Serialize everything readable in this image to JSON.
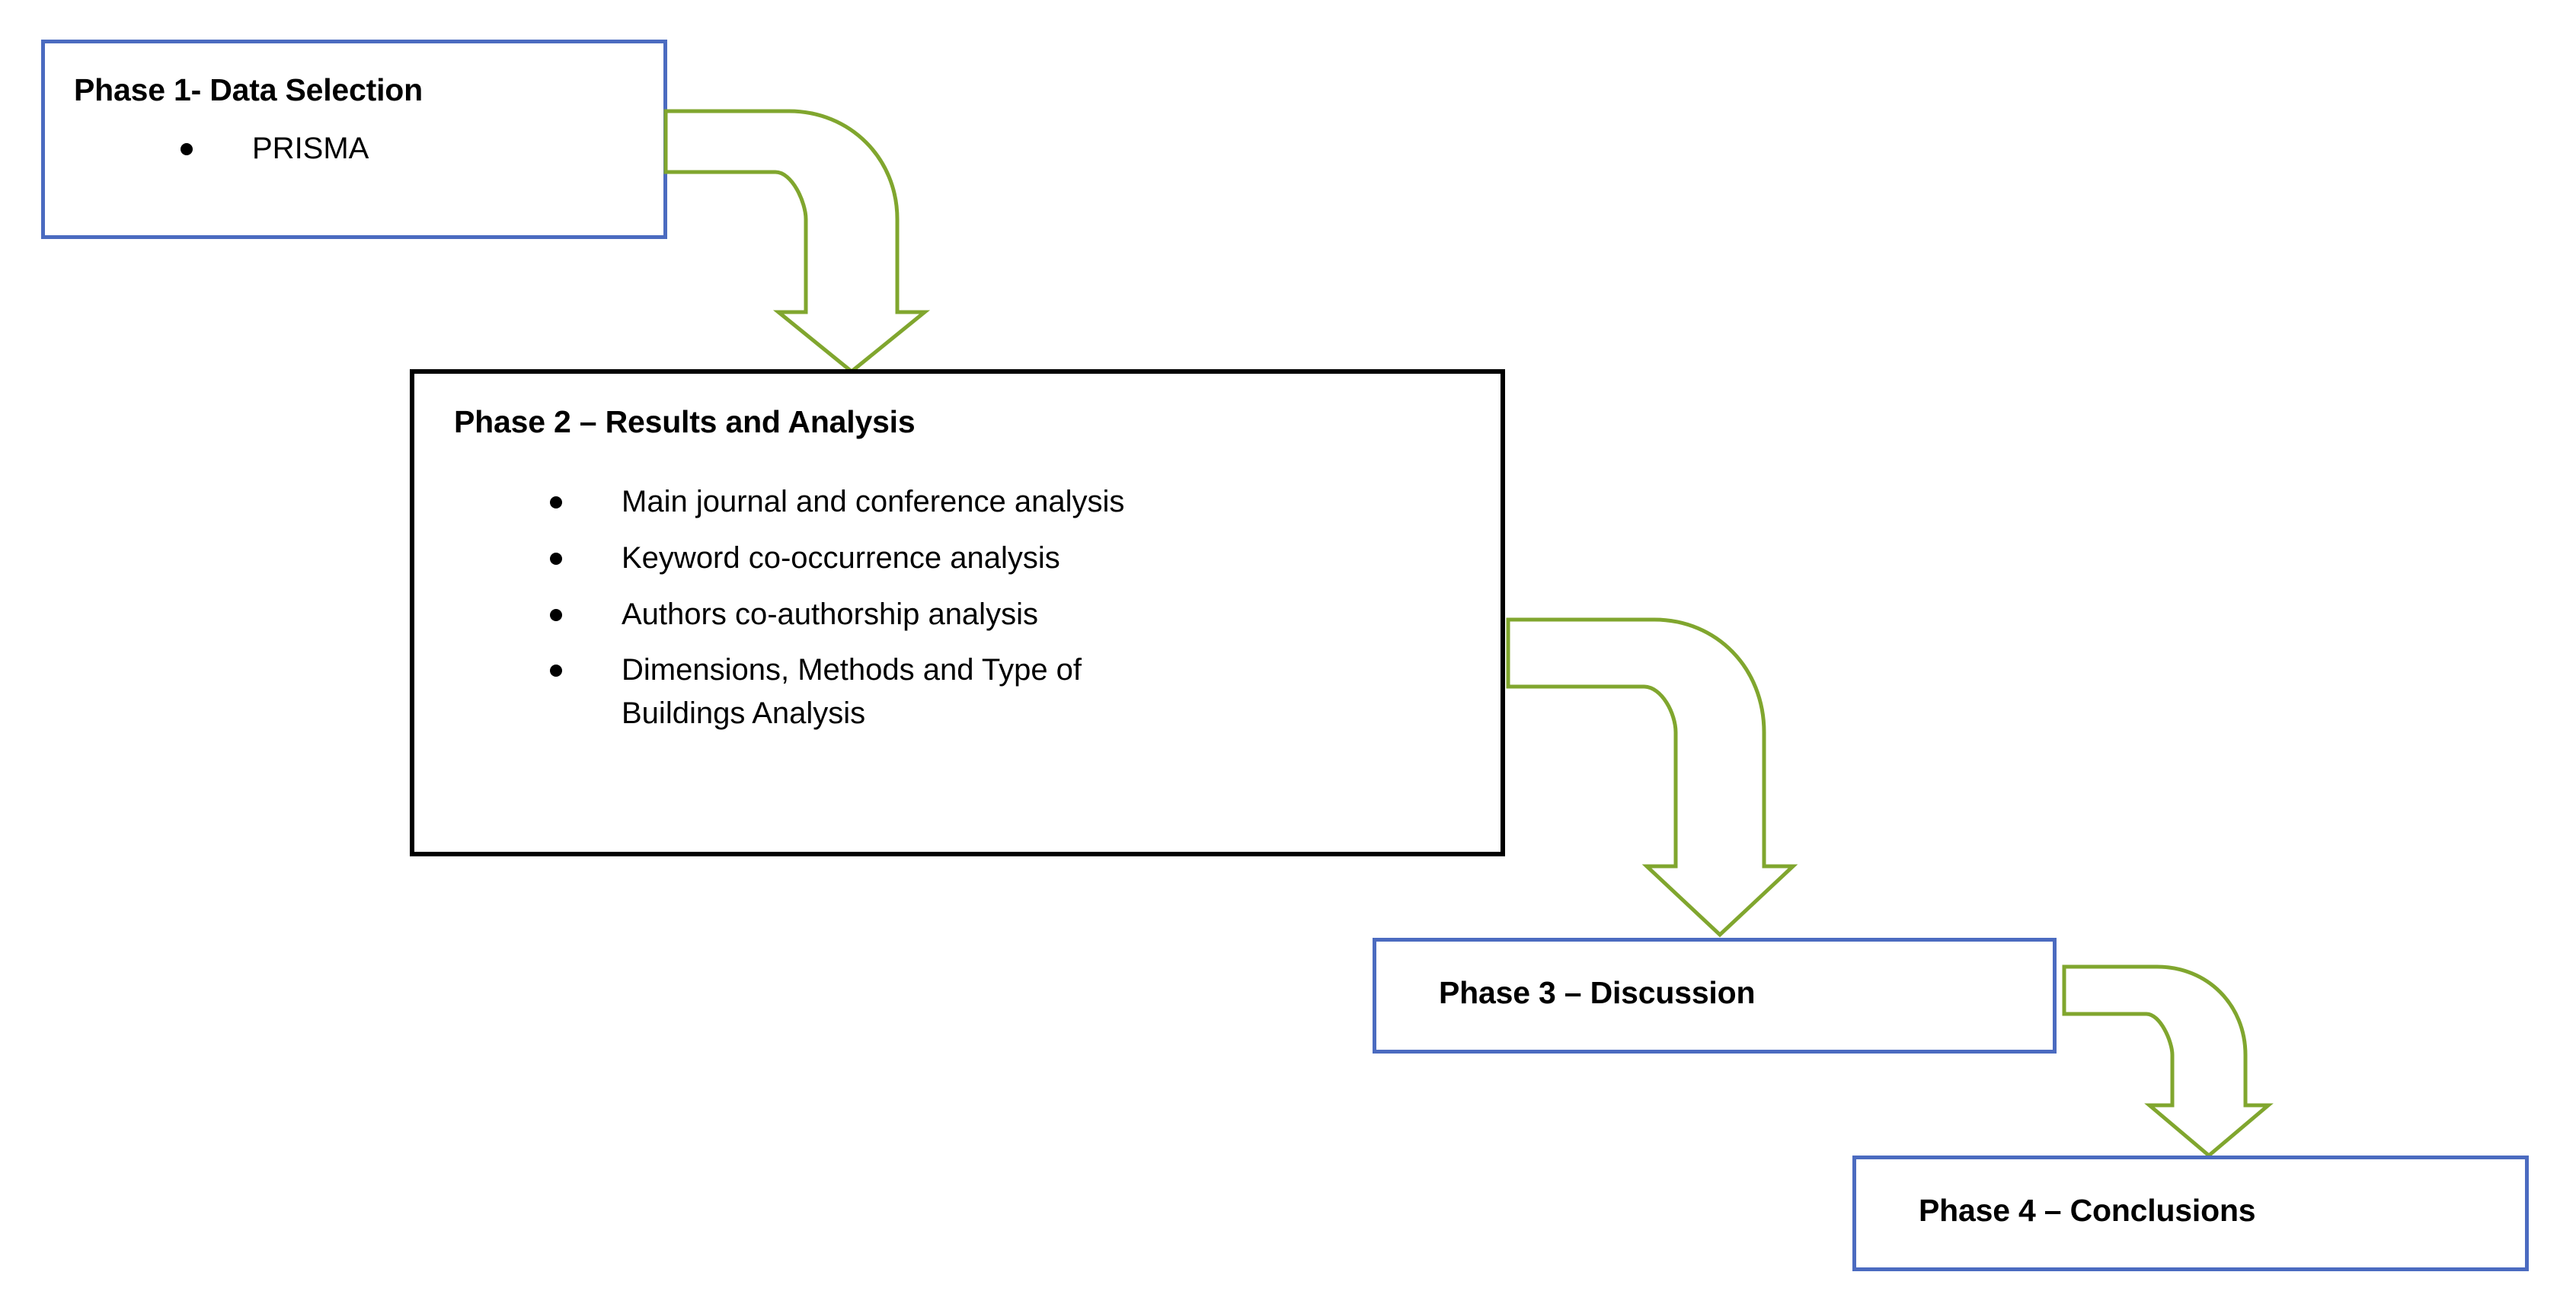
{
  "diagram": {
    "title": "Research methodology phases flowchart",
    "type": "flowchart",
    "colors": {
      "box_border_blue": "#4B6BC0",
      "box_border_black": "#000000",
      "arrow_stroke_green": "#80A62E",
      "arrow_fill": "#FFFFFF",
      "background": "#FFFFFF",
      "text": "#000000"
    },
    "nodes": [
      {
        "id": "phase-1",
        "title": "Phase 1- Data Selection",
        "border": "blue",
        "bullets": [
          "PRISMA"
        ]
      },
      {
        "id": "phase-2",
        "title": "Phase 2 – Results and Analysis",
        "border": "black",
        "bullets": [
          "Main journal and conference analysis",
          "Keyword co-occurrence analysis",
          "Authors co-authorship analysis",
          "Dimensions, Methods and Type of Buildings Analysis"
        ]
      },
      {
        "id": "phase-3",
        "title": "Phase 3 – Discussion",
        "border": "blue",
        "bullets": []
      },
      {
        "id": "phase-4",
        "title": "Phase 4 – Conclusions",
        "border": "blue",
        "bullets": []
      }
    ],
    "connectors": [
      {
        "id": "arrow-1",
        "from": "phase-1",
        "to": "phase-2",
        "style": "curved-elbow-down"
      },
      {
        "id": "arrow-2",
        "from": "phase-2",
        "to": "phase-3",
        "style": "curved-elbow-down"
      },
      {
        "id": "arrow-3",
        "from": "phase-3",
        "to": "phase-4",
        "style": "curved-elbow-down"
      }
    ]
  }
}
